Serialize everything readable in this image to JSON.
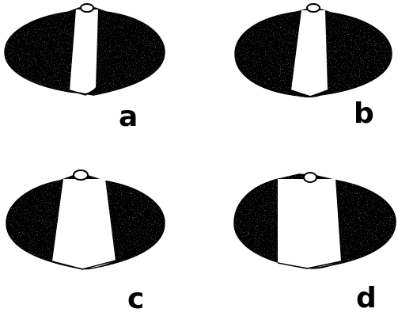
{
  "panels": [
    {
      "label": "a"
    },
    {
      "label": "b"
    },
    {
      "label": "c"
    },
    {
      "label": "d"
    }
  ],
  "colors": {
    "ink": "#000000",
    "paper": "#ffffff"
  }
}
